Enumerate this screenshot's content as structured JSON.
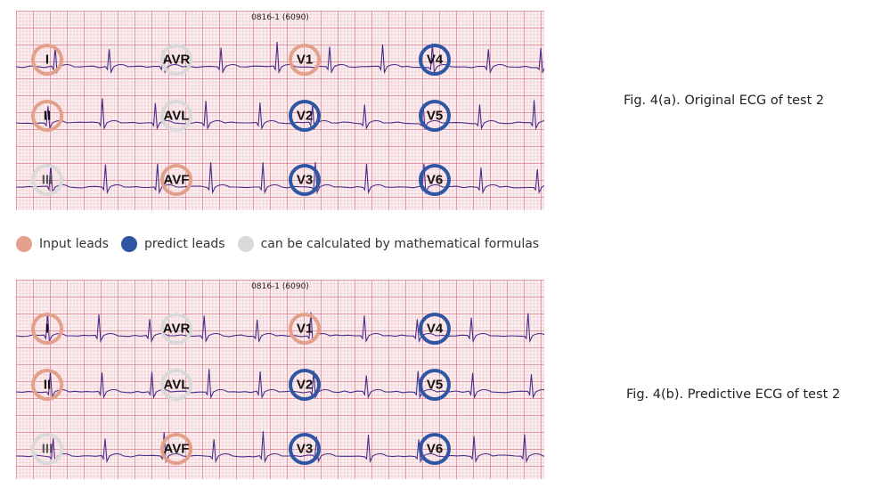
{
  "panels": [
    {
      "id": "panel-a",
      "title": "0816-1 (6090)",
      "caption": "Fig. 4(a). Original ECG of test 2",
      "leads": [
        {
          "label": "I",
          "kind": "input"
        },
        {
          "label": "AVR",
          "kind": "calc"
        },
        {
          "label": "V1",
          "kind": "input"
        },
        {
          "label": "V4",
          "kind": "predict"
        },
        {
          "label": "II",
          "kind": "input"
        },
        {
          "label": "AVL",
          "kind": "calc"
        },
        {
          "label": "V2",
          "kind": "predict"
        },
        {
          "label": "V5",
          "kind": "predict"
        },
        {
          "label": "III",
          "kind": "calc"
        },
        {
          "label": "AVF",
          "kind": "input"
        },
        {
          "label": "V3",
          "kind": "predict"
        },
        {
          "label": "V6",
          "kind": "predict"
        }
      ]
    },
    {
      "id": "panel-b",
      "title": "0816-1 (6090)",
      "caption": "Fig. 4(b). Predictive ECG of test 2",
      "leads": [
        {
          "label": "I",
          "kind": "input"
        },
        {
          "label": "AVR",
          "kind": "calc"
        },
        {
          "label": "V1",
          "kind": "input"
        },
        {
          "label": "V4",
          "kind": "predict"
        },
        {
          "label": "II",
          "kind": "input"
        },
        {
          "label": "AVL",
          "kind": "calc"
        },
        {
          "label": "V2",
          "kind": "predict"
        },
        {
          "label": "V5",
          "kind": "predict"
        },
        {
          "label": "III",
          "kind": "calc"
        },
        {
          "label": "AVF",
          "kind": "input"
        },
        {
          "label": "V3",
          "kind": "predict"
        },
        {
          "label": "V6",
          "kind": "predict"
        }
      ]
    }
  ],
  "legend": [
    {
      "label": "Input leads",
      "kind": "input"
    },
    {
      "label": "predict leads",
      "kind": "predict"
    },
    {
      "label": "can be calculated by mathematical formulas",
      "kind": "calc"
    }
  ],
  "colors": {
    "input": "#e3a08a",
    "predict": "#2e56a3",
    "calc": "#d9d9d9",
    "trace": "#4b2c8a",
    "grid": "#d67682",
    "background": "#fbeff1"
  }
}
